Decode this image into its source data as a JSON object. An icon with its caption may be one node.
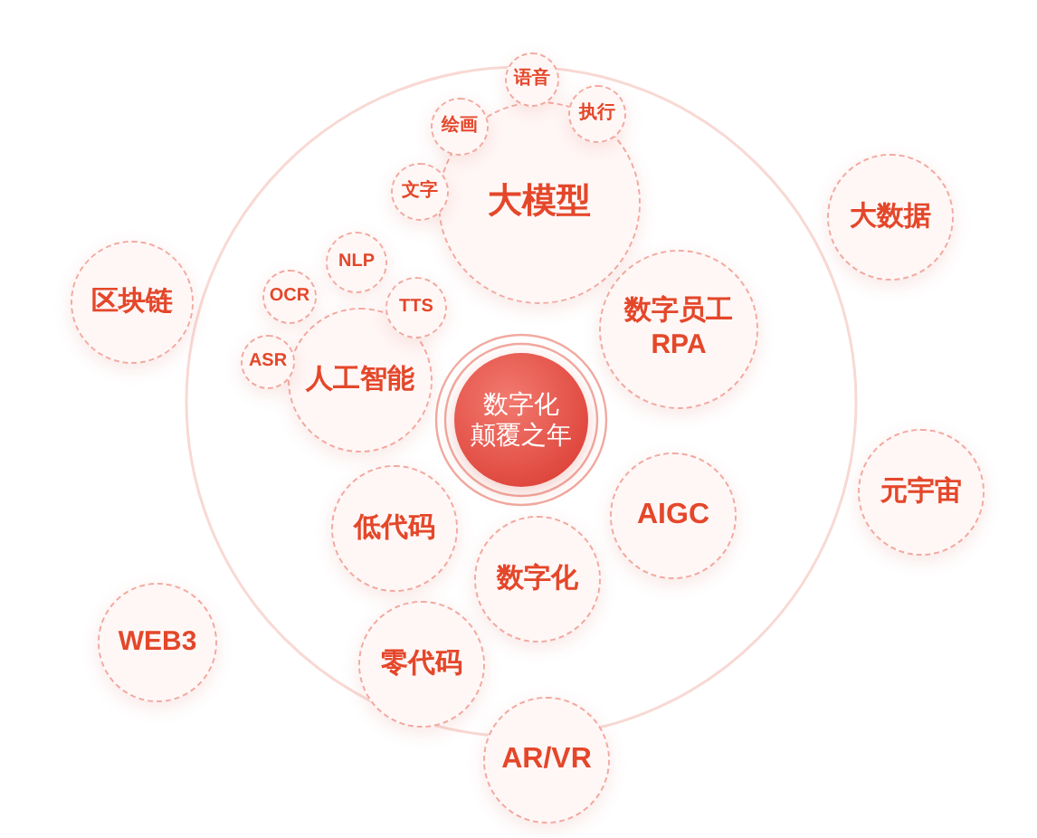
{
  "diagram": {
    "nodes": [
      {
        "text": [
          "大模型"
        ]
      },
      {
        "text": [
          "文字"
        ]
      },
      {
        "text": [
          "绘画"
        ]
      },
      {
        "text": [
          "语音"
        ]
      },
      {
        "text": [
          "执行"
        ]
      },
      {
        "text": [
          "大数据"
        ]
      },
      {
        "text": [
          "区块链"
        ]
      },
      {
        "text": [
          "人工智能"
        ]
      },
      {
        "text": [
          "ASR"
        ]
      },
      {
        "text": [
          "OCR"
        ]
      },
      {
        "text": [
          "NLP"
        ]
      },
      {
        "text": [
          "TTS"
        ]
      },
      {
        "text": [
          "数字员工RPA"
        ]
      },
      {
        "text": [
          "数字化颠覆之年"
        ]
      },
      {
        "text": [
          "元宇宙"
        ]
      },
      {
        "text": [
          "AIGC"
        ]
      },
      {
        "text": [
          "低代码"
        ]
      },
      {
        "text": [
          "数字化"
        ]
      },
      {
        "text": [
          "WEB3"
        ]
      },
      {
        "text": [
          "零代码"
        ]
      },
      {
        "text": [
          "AR/VR"
        ]
      }
    ]
  }
}
